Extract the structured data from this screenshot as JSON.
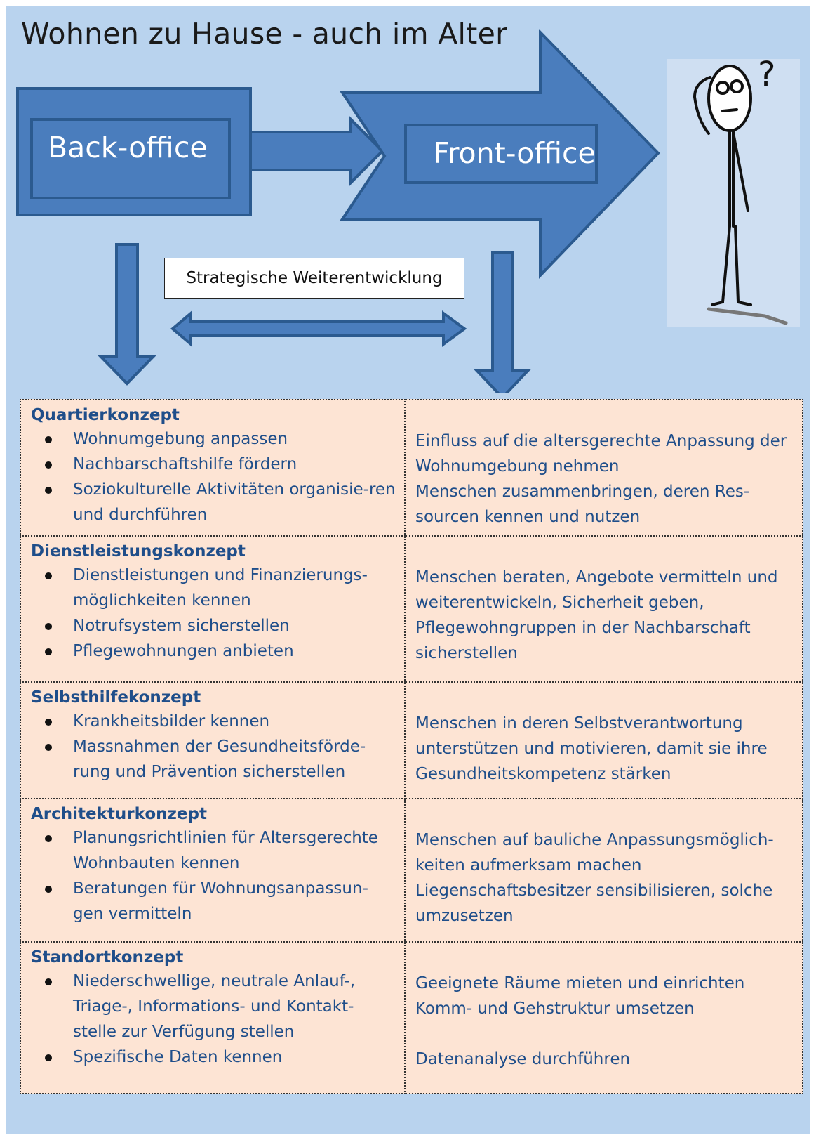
{
  "title": "Wohnen zu Hause - auch im Alter",
  "flow": {
    "back_office": "Back-office",
    "front_office": "Front-office",
    "strategy": "Strategische Weiterentwicklung",
    "question_mark": "?",
    "person_icon": "thinking-stick-figure-icon"
  },
  "colors": {
    "background": "#b9d3ee",
    "arrow_fill": "#4a7dbd",
    "arrow_stroke": "#2b5a8f",
    "table_bg": "#fde4d4",
    "table_text": "#1f4e8a"
  },
  "concepts": [
    {
      "title": "Quartierkonzept",
      "bullets": [
        "Wohnumgebung anpassen",
        "Nachbarschaftshilfe fördern",
        "Soziokulturelle Aktivitäten organisie-ren und durchführen"
      ],
      "right": [
        "Einfluss auf die altersgerechte Anpassung der Wohnumgebung nehmen",
        "Menschen zusammenbringen, deren Res-sourcen kennen und nutzen"
      ]
    },
    {
      "title": "Dienstleistungskonzept",
      "bullets": [
        "Dienstleistungen und Finanzierungs-möglichkeiten kennen",
        "Notrufsystem sicherstellen",
        "Pflegewohnungen anbieten"
      ],
      "right": [
        "Menschen beraten, Angebote vermitteln und weiterentwickeln, Sicherheit geben, Pflegewohngruppen in der Nachbarschaft sicherstellen"
      ]
    },
    {
      "title": "Selbsthilfekonzept",
      "bullets": [
        "Krankheitsbilder kennen",
        "Massnahmen der Gesundheitsförde-rung und Prävention sicherstellen"
      ],
      "right": [
        "Menschen in deren Selbstverantwortung unterstützen und motivieren, damit sie ihre Gesundheitskompetenz stärken"
      ]
    },
    {
      "title": "Architekturkonzept",
      "bullets": [
        "Planungsrichtlinien für Altersgerechte Wohnbauten kennen",
        "Beratungen für Wohnungsanpassun-gen vermitteln"
      ],
      "right": [
        "Menschen auf bauliche Anpassungsmöglich-keiten aufmerksam machen",
        "Liegenschaftsbesitzer sensibilisieren, solche umzusetzen"
      ]
    },
    {
      "title": "Standortkonzept",
      "bullets": [
        "Niederschwellige, neutrale Anlauf-, Triage-, Informations- und Kontakt-stelle zur Verfügung stellen",
        "Spezifische Daten kennen"
      ],
      "right": [
        "Geeignete Räume mieten und einrichten",
        "Komm- und Gehstruktur umsetzen",
        "",
        "Datenanalyse durchführen"
      ]
    }
  ]
}
